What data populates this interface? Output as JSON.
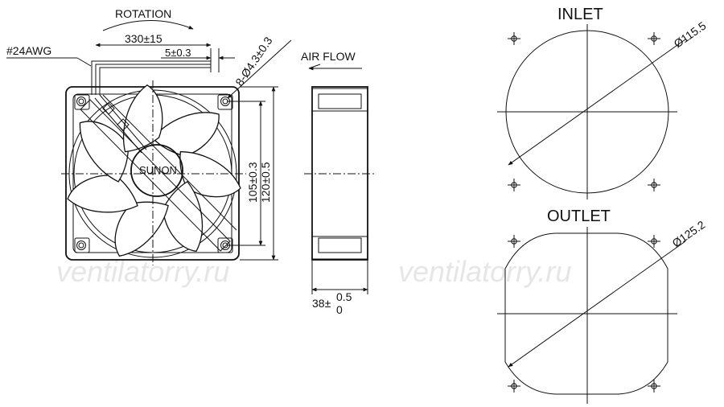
{
  "labels": {
    "rotation": "ROTATION",
    "wire_gauge": "#24AWG",
    "lead_length": "330±15",
    "strip_length": "5±0.3",
    "mount_holes": "8-Ø4.3±0.3",
    "air_flow": "AIR FLOW",
    "brand": "SUNON",
    "hole_spacing": "105±0.3",
    "frame_size": "120±0.5",
    "depth_base": "38±",
    "depth_tol_upper": "0.5",
    "depth_tol_lower": "0",
    "inlet": "INLET",
    "inlet_diameter": "Ø115.5",
    "outlet": "OUTLET",
    "outlet_diameter": "Ø125.2"
  },
  "watermark": {
    "text": "ventilatorry.ru",
    "color": "#e6e6e6"
  },
  "colors": {
    "line": "#111111",
    "background": "#ffffff"
  }
}
